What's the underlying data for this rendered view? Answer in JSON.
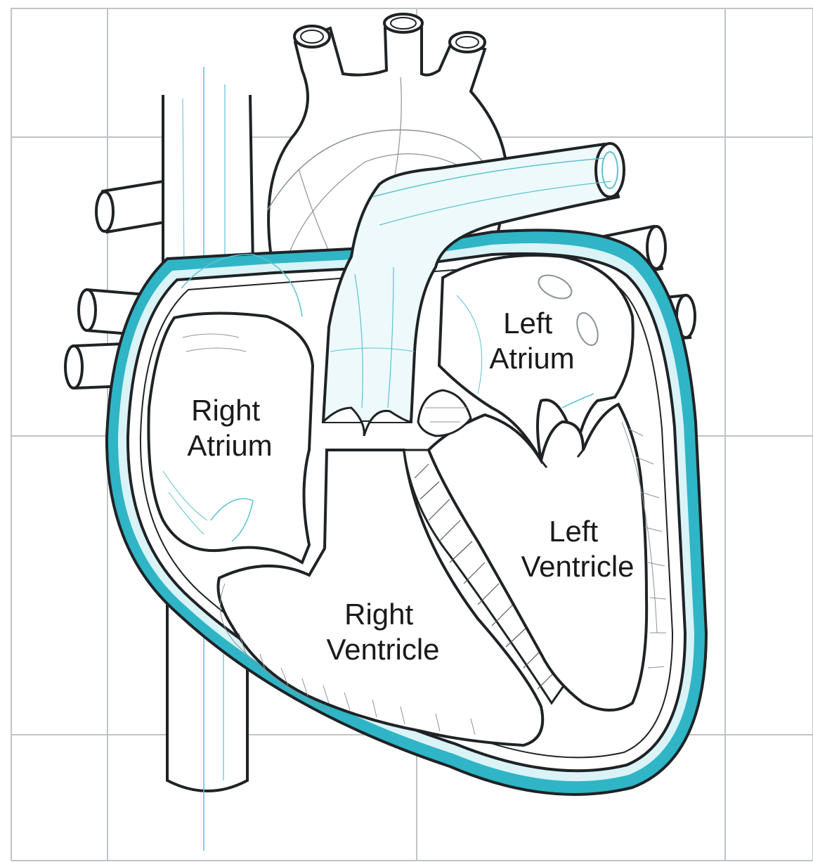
{
  "colors": {
    "background": "#ffffff",
    "grid": "#bfc4c8",
    "outline": "#1f2326",
    "accent": "#2fb5c6",
    "accent_light": "#d9f3f6",
    "vessel_line": "#5cc2d2",
    "detail_line": "#8c9296"
  },
  "labels": {
    "right_atrium": [
      "Right",
      "Atrium"
    ],
    "left_atrium": [
      "Left",
      "Atrium"
    ],
    "right_ventricle": [
      "Right",
      "Ventricle"
    ],
    "left_ventricle": [
      "Left",
      "Ventricle"
    ]
  }
}
